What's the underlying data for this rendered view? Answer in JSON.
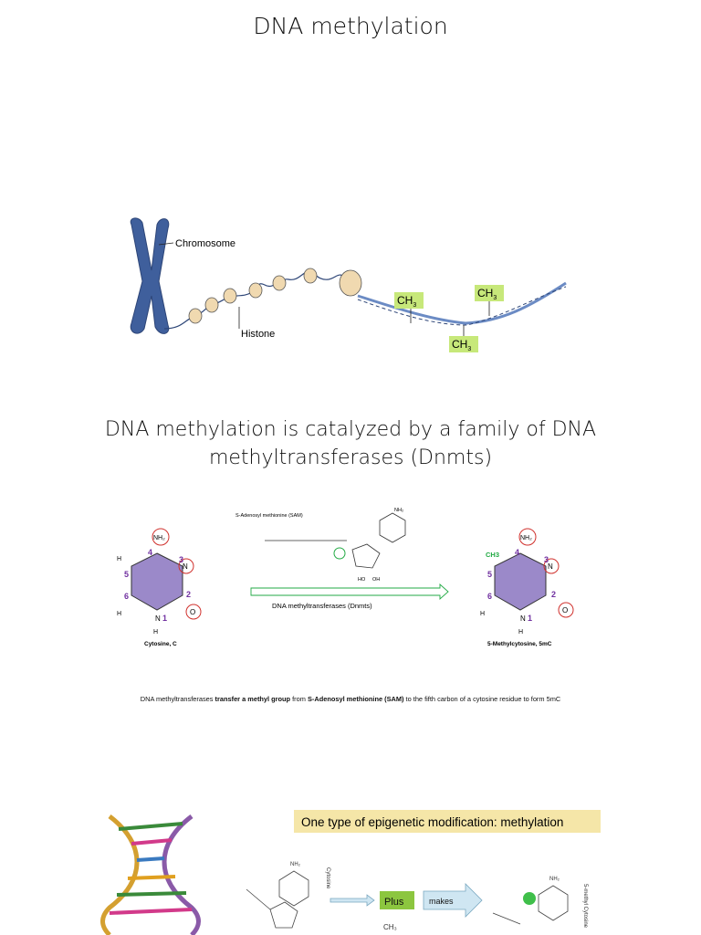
{
  "slide1": {
    "title": "DNA methylation",
    "labels": {
      "chromosome": "Chromosome",
      "histone": "Histone",
      "ch3": "CH",
      "ch3_sub": "3"
    }
  },
  "slide2": {
    "title_line1": "DNA methylation is catalyzed by a family of DNA",
    "title_line2": "methyltransferases (Dnmts)",
    "sam_label": "S-Adenosyl methionine (SAM)",
    "arrow_label": "DNA methyltransferases (Dnmts)",
    "left_name": "Cytosine, C",
    "right_name": "5-Methylcytosine, 5mC",
    "nh2": "NH₂",
    "ch3_green": "CH3",
    "caption": {
      "p1": "DNA methyltransferases ",
      "b1": "transfer a methyl group",
      "p2": " from ",
      "b2": "S-Adenosyl methionine (SAM)",
      "p3": " to the fifth carbon of a cytosine residue to form 5mC"
    }
  },
  "slide3": {
    "banner": "One type of epigenetic modification: methylation",
    "plus": "Plus",
    "makes": "makes",
    "cytosine_label": "Cytosine",
    "product_label": "5-methyl Cytosine",
    "ch3": "CH₃"
  },
  "colors": {
    "chromosome_blue": "#3f5f9c",
    "ch3_highlight": "#c7e87a",
    "ring_fill": "#9b89c9",
    "purple_numbers": "#7030a0",
    "red_circle": "#d0312d",
    "green": "#22aa44",
    "banner_bg": "#f5e6a8",
    "plus_bg": "#8cc63f"
  }
}
